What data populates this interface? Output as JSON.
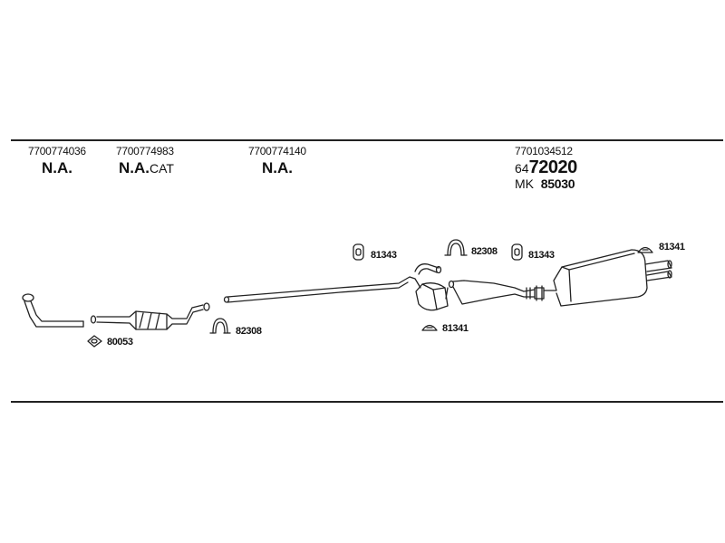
{
  "header": {
    "part_numbers": [
      "7700774036",
      "7700774983",
      "7700774140",
      "7701034512"
    ],
    "statuses": {
      "s1": "N.A.",
      "s2_main": "N.A.",
      "s2_suffix": "CAT",
      "s3": "N.A."
    },
    "rear_code_prefix": "64",
    "rear_code_main": "72020",
    "mk_prefix": "MK",
    "mk_number": "85030"
  },
  "labels": {
    "gasket": "80053",
    "clamp_front": "82308",
    "hanger_mid": "81343",
    "clamp_mid": "82308",
    "hanger_rear": "81343",
    "rubber_mid": "81341",
    "rubber_rear": "81341"
  }
}
